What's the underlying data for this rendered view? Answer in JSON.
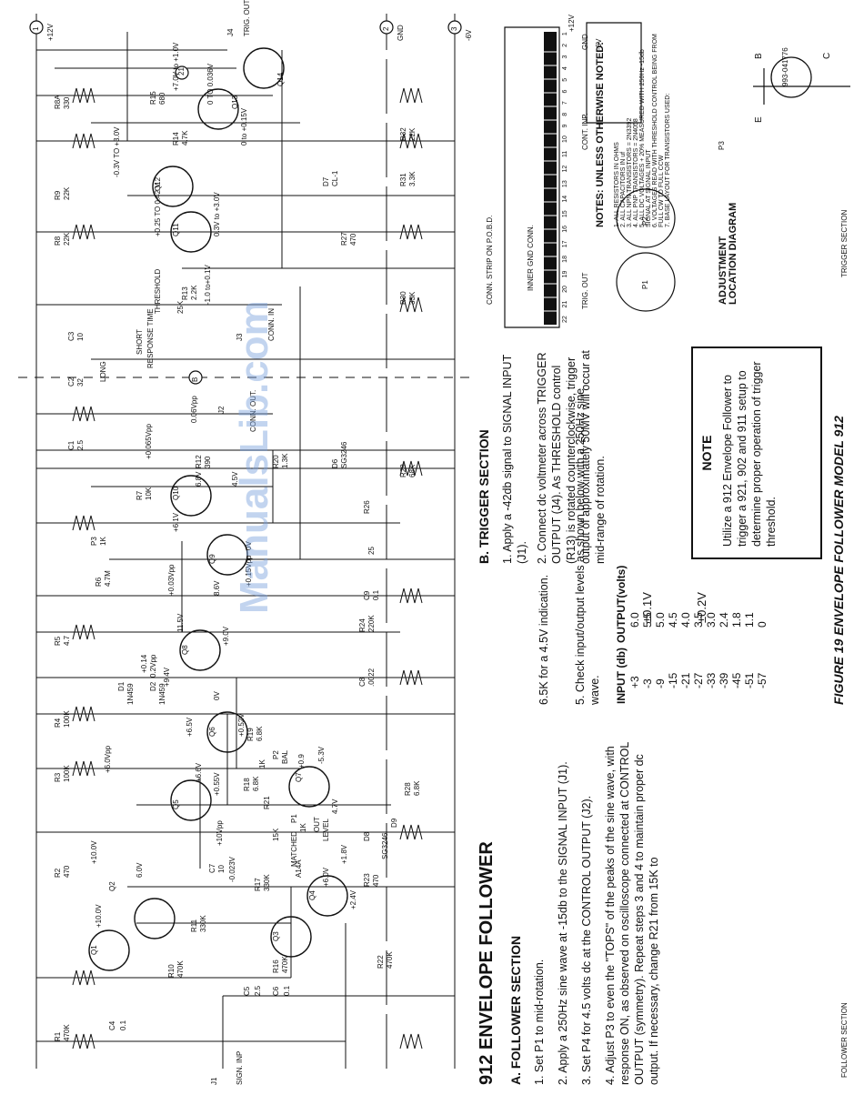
{
  "figure_caption": "FIGURE 19 ENVELOPE FOLLOWER MODEL 912",
  "doc_number": "993-041776",
  "watermark": "ManualsLib.com",
  "title": "912 ENVELOPE FOLLOWER",
  "section_labels": {
    "follower": "FOLLOWER SECTION",
    "trigger": "TRIGGER SECTION"
  },
  "rails": [
    {
      "num": "1",
      "name": "+12V"
    },
    {
      "num": "2",
      "name": "GND"
    },
    {
      "num": "3",
      "name": "-6V"
    }
  ],
  "schematic_labels": {
    "j1": "J1",
    "sign_inp": "SIGN. INP",
    "c4": "C4",
    "c4v": "0.1",
    "c5": "C5",
    "c5v": "2.5",
    "c6": "C6",
    "c6v": "0.1",
    "r1": "R1",
    "r1v": "470K",
    "r10": "R10",
    "r10v": "470K",
    "r2": "R2",
    "r2v": "470",
    "q1": "Q1",
    "q2": "Q2",
    "q2v": "+10.0V",
    "q1v": "+10.0V",
    "q2v6": "6.0V",
    "r11": "R11",
    "r11v": "330K",
    "c7": "C7",
    "c7v": "10",
    "c7b": "-0.023V",
    "c7a": "+10Vpp",
    "r16": "R16",
    "r16v": "470K",
    "q3": "Q3",
    "q4": "Q4",
    "q4v": "+2.4V",
    "a14a": "A14A",
    "matched": "MATCHED",
    "q4v2": "+6.0V",
    "r17": "R17",
    "r17v": "330K",
    "r22": "R22",
    "r22v": "470K",
    "r23": "R23",
    "r23v": "470",
    "q4v3": "+1.8V",
    "r3": "R3",
    "r3v": "100K",
    "r4": "R4",
    "r4v": "100K",
    "d1": "D1",
    "d1v": "1N459",
    "d2": "D2",
    "d2v": "1N459",
    "q5": "Q5",
    "q5v": "+0.55V",
    "q5v2": "+6.6V",
    "q5v3": "+6.0Vpp",
    "q6": "Q6",
    "q6v": "0V",
    "q6v2": "+0.52V",
    "q6v3": "+6.5V",
    "r18": "R18",
    "r18v": "6.8K",
    "r19": "R19",
    "r19v": "6.8K",
    "p2": "P2",
    "p2v": "1K",
    "bal": "BAL",
    "r21": "R21",
    "r21v": "15K",
    "p1": "P1",
    "p1v": "1K",
    "out": "OUT",
    "level": "LEVEL",
    "q7": "Q7",
    "q7v": "+0.9",
    "q7v2": "-5.3V",
    "q7v3": "4.7V",
    "d8": "D8",
    "d9": "D9",
    "d8v": "SG3246",
    "r5": "R5",
    "r5v": "4.7",
    "r6": "R6",
    "r6v": "4.7M",
    "q8": "Q8",
    "q8v": "11.5V",
    "q8v2": "+9.0V",
    "q8v3": "+9.4V",
    "q8v4": "+0.14",
    "q8v5": "0.2Vpp",
    "c8": "C8",
    "c8v": ".0022",
    "r24": "R24",
    "r24v": "220K",
    "q9": "Q9",
    "q9v": "+6.1V",
    "q9v2": "8.6V",
    "q9v3": "0V",
    "q9v4": "+0.15Vpp",
    "q9v5": "+0.03Vpp",
    "c9": "C9",
    "c9v": "0.1",
    "r25": "25",
    "p3": "P3",
    "p3v": "1K",
    "r7": "R7",
    "r7v": "10K",
    "q10": "Q10",
    "q10v": "6.8V",
    "q10v2": "4.5V",
    "r12": "R12",
    "r12v": "390",
    "r26": "R26",
    "r28": "R28",
    "r28v": "6.8K",
    "c1": "C1",
    "c1v": "2.5",
    "c2": "C2",
    "c2v": "32",
    "c3": "C3",
    "c3v": "10",
    "long": "LONG",
    "short": "SHORT",
    "response_time": "RESPONSE TIME",
    "q10v3": "+0.065Vpp",
    "j2": "J2",
    "conn_out": "CONN. OUT.",
    "j2v": "0.06Vpp",
    "r20": "R20",
    "r20v": "1.3K",
    "d6": "D6",
    "d6v": "SG3246",
    "r29": "R29",
    "r29v": "68K",
    "node_b": "B",
    "j3": "J3",
    "conn_in": "CONN. IN",
    "threshold": "THRESHOLD",
    "r13": "R13",
    "r13v": "2.2K",
    "pot25k": "25K",
    "r13b": "-1.0 to+0.1V",
    "r8": "R8",
    "r8v": "22K",
    "r9": "R9",
    "r9v": "22K",
    "q11": "Q11",
    "q11v": "+0.25 TO 0.42 V",
    "q11v2": "0.3V to +3.0V",
    "q12": "Q12",
    "q12v": "-0.3V TO +3.0V",
    "r27": "R27",
    "r27v": "470",
    "r30": "R30",
    "r30v": "33K",
    "r31": "R31",
    "r31v": "3.3K",
    "d7": "D7",
    "d7v": "CL-1",
    "r32": "R32",
    "r32v": "22K",
    "r8a": "R8A",
    "r8av": "330",
    "r14": "R14",
    "r14v": "4.7K",
    "r15": "R15",
    "r15v": "680",
    "q13": "Q13",
    "q13v": "+7.0V to +1.0V",
    "q13v2": "0 TO 0.036V",
    "q13v3": "0 to +0.15V",
    "q14": "Q14",
    "n21": "21",
    "j4": "J4",
    "trig_out": "TRIG. OUT"
  },
  "connector": {
    "title": "CONN. STRIP ON P.O.B.D.",
    "subtitle": "INNER GND CONN.",
    "pins": [
      "22",
      "21",
      "20",
      "19",
      "18",
      "17",
      "16",
      "15",
      "14",
      "13",
      "12",
      "11",
      "10",
      "9",
      "8",
      "7",
      "6",
      "5",
      "4",
      "3",
      "2",
      "1"
    ],
    "labels": [
      "+12V",
      "GND",
      "-6V",
      "CONT. INP.",
      "TRIG. OUT"
    ]
  },
  "notes": {
    "heading": "NOTES: UNLESS OTHERWISE NOTED:",
    "items": [
      "1. ALL RESISTORS IN OHMS",
      "2. ALL CAPACITORS IN uf",
      "3. ALL NPN TRANSISTORS = 2N3392",
      "4. ALL PNP TRANSISTORS = 2N4058",
      "5. ALL DC VOLTAGES + 20% MEASURED WITH 250Hz -15db SIGNAL AT SIGNAL INPUT",
      "6. VOLTAGES READ WITH THRESHOLD CONTROL BEING FROM FULL CW TO FULL CCW",
      "7. BASE LAYOUT FOR TRANSISTORS USED:"
    ],
    "pin_e": "E",
    "pin_b": "B",
    "pin_c": "C"
  },
  "adjustment": {
    "title": "ADJUSTMENT LOCATION DIAGRAM",
    "pots": [
      "P1",
      "P2",
      "P3"
    ]
  },
  "follower_section": {
    "heading": "A. FOLLOWER SECTION",
    "steps": [
      "1. Set P1 to mid-rotation.",
      "2. Apply a 250Hz sine wave at -15db to the SIGNAL INPUT (J1).",
      "3. Set P4 for 4.5 volts dc at the CONTROL OUTPUT (J2).",
      "4. Adjust P3 to even the \"TOPS\" of the peaks of the sine wave, with response ON, as observed on oscilloscope connected at CONTROL OUTPUT (symmetry). Repeat steps 3 and 4 to maintain proper dc output. If necessary, change R21 from 15K to"
    ],
    "cont": "6.5K for a 4.5V indication.",
    "step5": "5. Check input/output levels as shown below with a 250Hz sine wave.",
    "table_head": [
      "INPUT (db)",
      "OUTPUT(volts)"
    ],
    "table_rows": [
      [
        "+3",
        "6.0"
      ],
      [
        "-3",
        "5.5"
      ],
      [
        "-9",
        "5.0"
      ],
      [
        "-15",
        "4.5"
      ],
      [
        "-21",
        "4.0"
      ],
      [
        "-27",
        "3.5"
      ],
      [
        "-33",
        "3.0"
      ],
      [
        "-39",
        "2.4"
      ],
      [
        "-45",
        "1.8"
      ],
      [
        "-51",
        "1.1"
      ],
      [
        "-57",
        "0"
      ]
    ],
    "tol1": "±0.1V",
    "tol2": "±0.2V"
  },
  "trigger_section": {
    "heading": "B. TRIGGER SECTION",
    "steps": [
      "1. Apply a -42db signal to SIGNAL INPUT (J1).",
      "2. Connect dc voltmeter across TRIGGER OUTPUT (J4). As THRESHOLD control (R13) is rotated counterclockwise, trigger output of approximately 50MV will occur at mid-range of rotation."
    ]
  },
  "note_box": {
    "title": "NOTE",
    "text": "Utilize a 912 Envelope Follower to trigger a 921, 902 and 911 setup to determine proper operation of trigger threshold."
  }
}
